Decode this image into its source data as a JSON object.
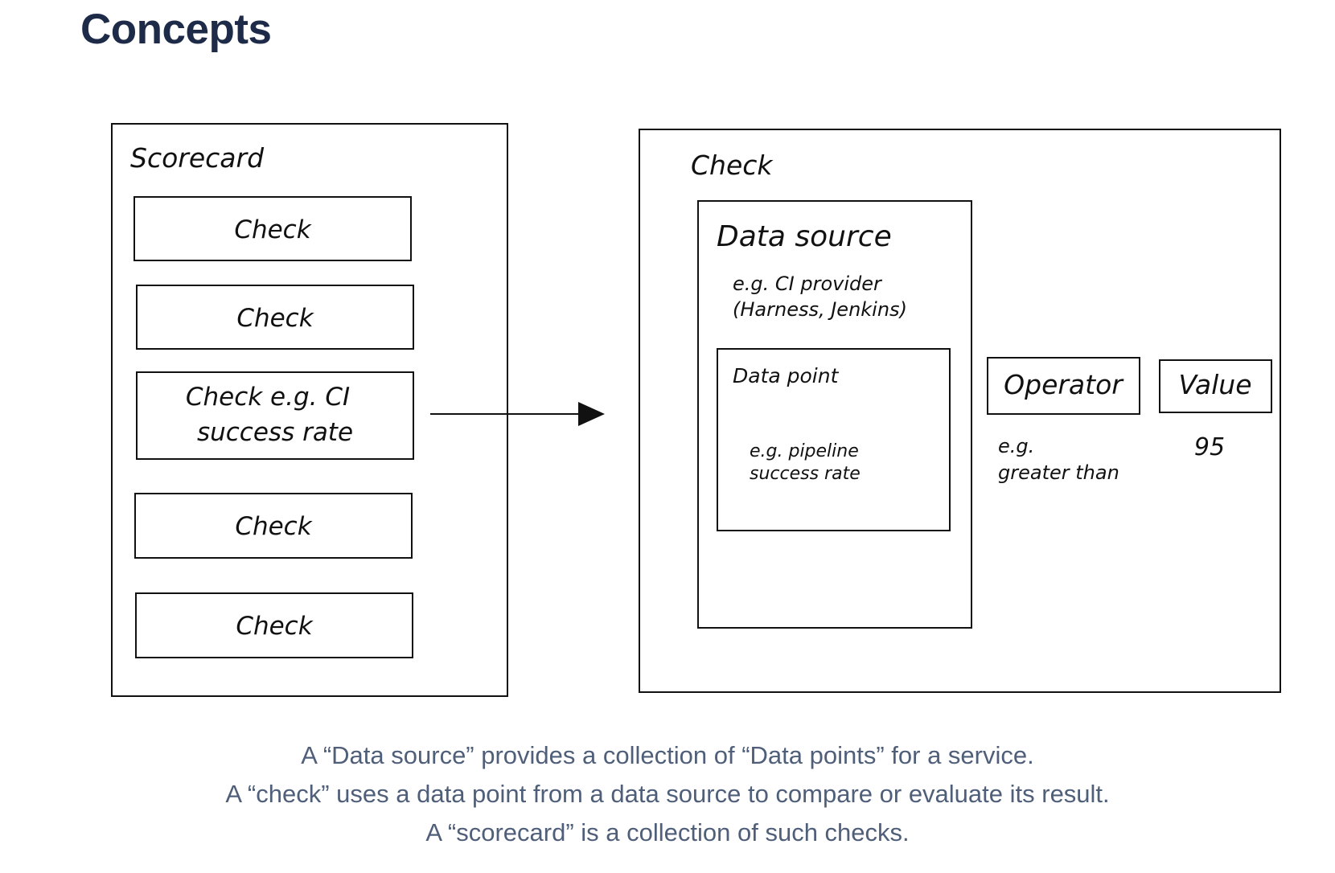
{
  "page": {
    "title": "Concepts"
  },
  "diagram": {
    "scorecard": {
      "label": "Scorecard",
      "checks": [
        "Check",
        "Check",
        "Check e.g. CI",
        "success rate",
        "Check",
        "Check"
      ]
    },
    "check": {
      "label": "Check",
      "data_source": {
        "label": "Data source",
        "example_line1": "e.g. CI provider",
        "example_line2": "(Harness, Jenkins)"
      },
      "data_point": {
        "label": "Data point",
        "example_line1": "e.g. pipeline",
        "example_line2": "success rate"
      },
      "operator": {
        "label": "Operator",
        "example_line1": "e.g.",
        "example_line2": "greater than"
      },
      "value": {
        "label": "Value",
        "example": "95"
      }
    }
  },
  "caption": {
    "lines": [
      "A “Data source” provides a collection of “Data points” for a service.",
      "A “check” uses a data point from a data source to compare or evaluate its result.",
      "A “scorecard” is a collection of such checks."
    ]
  }
}
